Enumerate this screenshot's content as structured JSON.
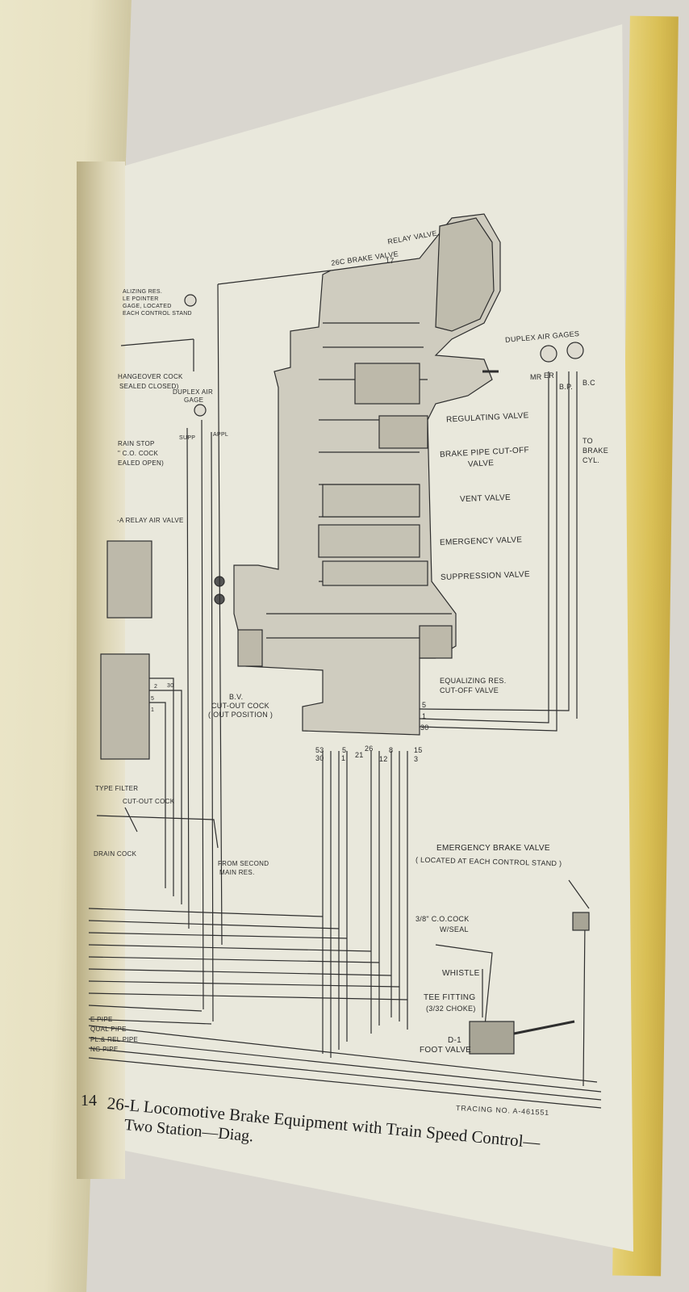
{
  "figure": {
    "number": "14",
    "caption_line1": "26-L Locomotive Brake Equipment with Train Speed Control—",
    "caption_line2": "Two Station—Diag.",
    "tracing_no": "TRACING NO. A-461551"
  },
  "labels": {
    "relay_valve": "RELAY VALVE",
    "brake_valve_26c": "26C BRAKE VALVE",
    "duplex_air_gages": "DUPLEX AIR GAGES",
    "mr": "MR",
    "er": "ER",
    "bp": "B.P.",
    "bc": "B.C",
    "to_brake_cyl": "TO BRAKE CYL.",
    "regulating_valve": "REGULATING VALVE",
    "brake_pipe_cutoff_1": "BRAKE PIPE CUT-OFF",
    "brake_pipe_cutoff_2": "VALVE",
    "vent_valve": "VENT VALVE",
    "emergency_valve": "EMERGENCY VALVE",
    "suppression_valve": "SUPPRESSION VALVE",
    "equalizing_res_1": "EQUALIZING RES.",
    "equalizing_res_2": "CUT-OFF VALVE",
    "bv_cutout_1": "B.V.",
    "bv_cutout_2": "CUT-OUT COCK",
    "bv_cutout_3": "( OUT POSITION )",
    "duplex_air_gage_left_1": "DUPLEX AIR",
    "duplex_air_gage_left_2": "GAGE",
    "supp": "SUPP",
    "appl": "APPL",
    "changeover_cock_1": "HANGEOVER COCK",
    "changeover_cock_2": "SEALED CLOSED)",
    "train_stop_1": "RAIN STOP",
    "train_stop_2": "\" C.O. COCK",
    "train_stop_3": "EALED OPEN)",
    "relay_valve_left": "-A RELAY AIR VALVE",
    "equalizing_res_top_1": "ALIZING RES.",
    "equalizing_res_top_2": "LE POINTER",
    "equalizing_res_top_3": "GAGE, LOCATED",
    "equalizing_res_top_4": "EACH CONTROL STAND",
    "type_filter": "TYPE FILTER",
    "cutout_cock": "CUT-OUT COCK",
    "drain_cock": "DRAIN COCK",
    "from_second_1": "FROM SECOND",
    "from_second_2": "MAIN RES.",
    "emergency_brake_valve": "EMERGENCY BRAKE VALVE",
    "emergency_brake_note": "( LOCATED AT EACH CONTROL STAND )",
    "co_cock_1": "3/8\" C.O.COCK",
    "co_cock_2": "W/SEAL",
    "whistle": "WHISTLE",
    "tee_fitting_1": "TEE FITTING",
    "tee_fitting_2": "(3/32 CHOKE)",
    "d1": "D-1",
    "foot_valve": "FOOT VALVE",
    "pipe_1": "E PIPE",
    "pipe_2": "QUAL PIPE",
    "pipe_3": "PL.& REL PIPE",
    "pipe_4": "NG PIPE",
    "n17": "17",
    "n5": "5",
    "n1": "1",
    "n30": "30",
    "n53": "53",
    "n30b": "30",
    "n5b": "5",
    "n1b": "1",
    "n21": "21",
    "n26": "26",
    "n8": "8",
    "n12": "12",
    "n15": "15",
    "n3": "3",
    "n2": "2",
    "n30c": "30",
    "n5c": "5",
    "n1c": "1"
  },
  "colors": {
    "paper": "#e9e8dc",
    "ink": "#2a2a2a",
    "cover": "#d9bf55"
  }
}
